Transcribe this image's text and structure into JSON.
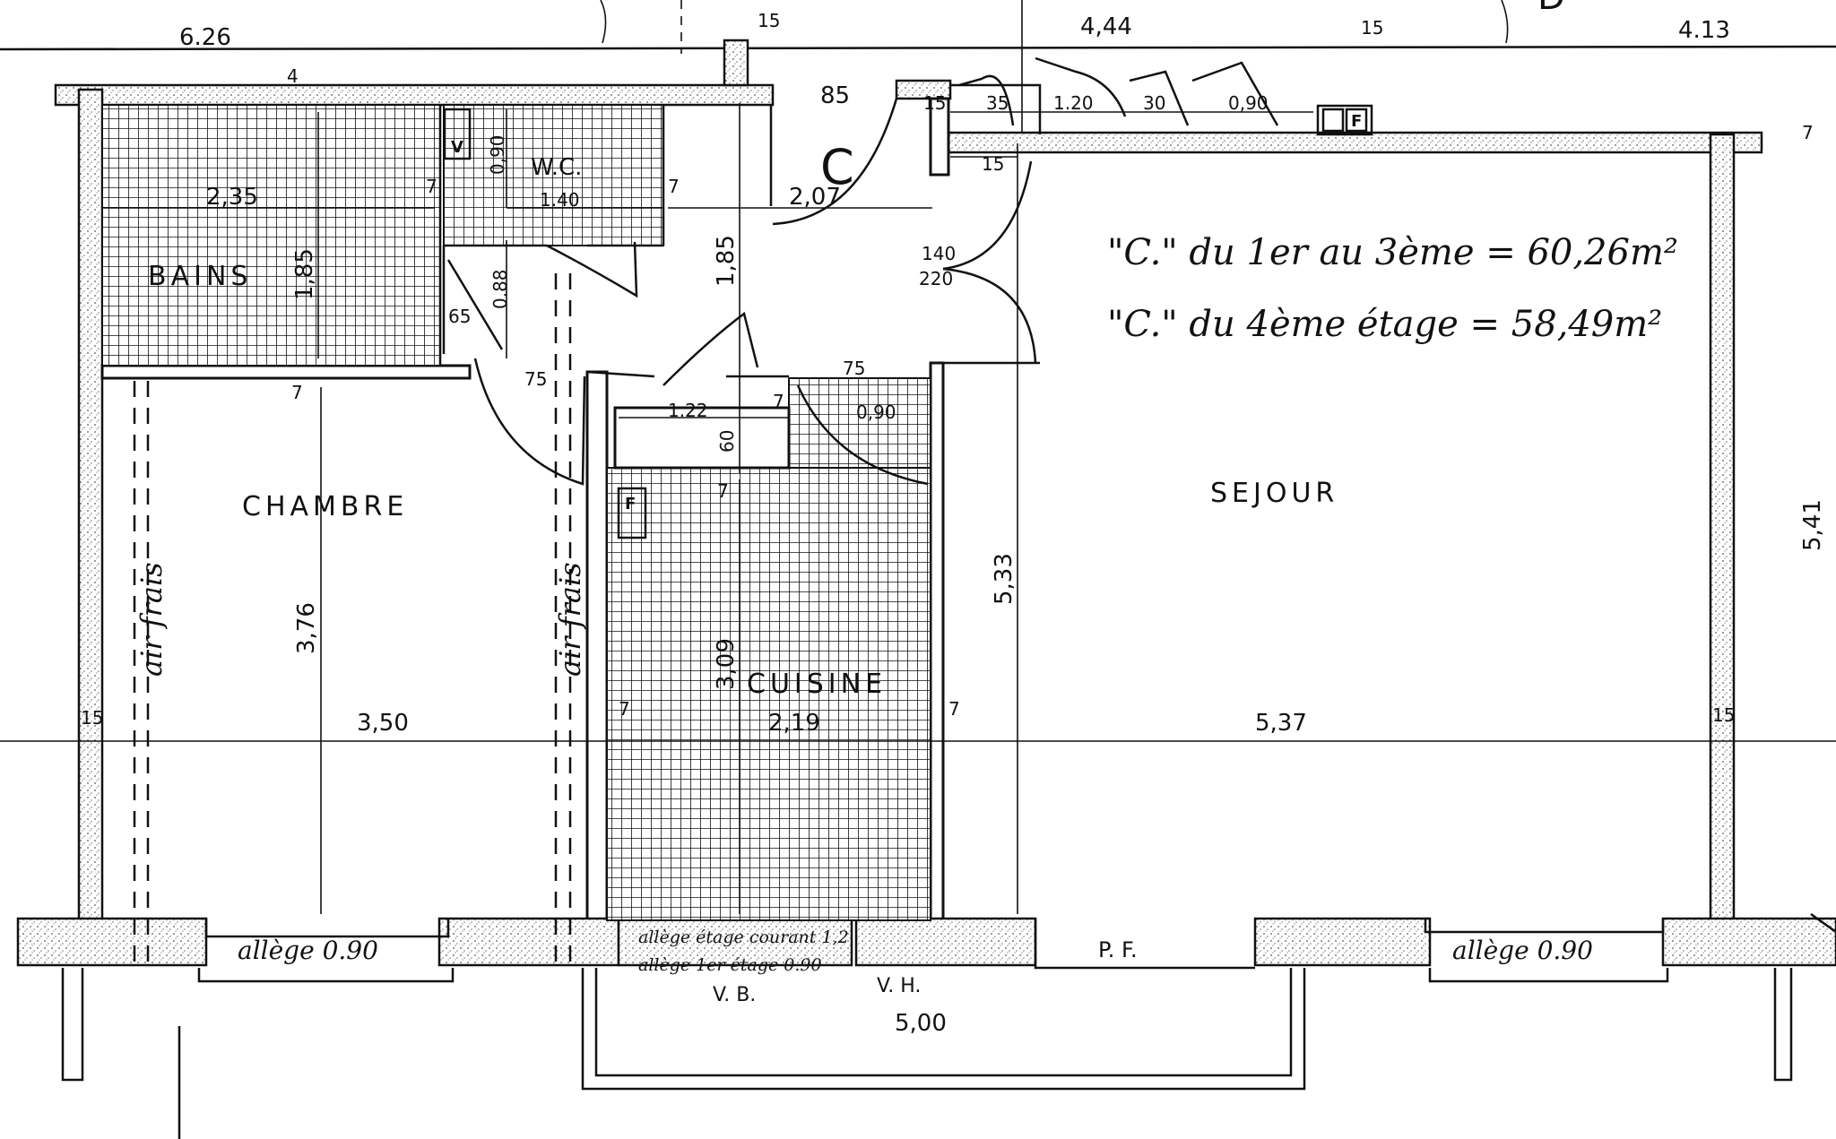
{
  "rooms": {
    "bains": "BAINS",
    "wc": "W.C.",
    "chambre": "CHAMBRE",
    "cuisine": "CUISINE",
    "sejour": "SEJOUR",
    "entry": "C"
  },
  "notes": {
    "area_line_1": "\"C.\" du 1er au 3ème = 60,26m²",
    "area_line_2": "\"C.\" du 4ème étage = 58,49m²",
    "air_frais_left": "air frais",
    "air_frais_right": "air frais",
    "allege_chambre": "allège 0.90",
    "allege_cuisine_1": "allège étage courant 1,2",
    "allege_cuisine_2": "allège 1er étage 0.90",
    "allege_sejour": "allège 0.90",
    "pf": "P. F.",
    "vb": "V. B.",
    "vh": "V. H.",
    "d_marker": "D"
  },
  "dimensions": {
    "top_626": "6.26",
    "top_444": "4,44",
    "top_413": "4.13",
    "top_15a": "15",
    "top_15b": "15",
    "top_15c": "15",
    "top_85": "85",
    "wall_4": "4",
    "bains_width": "2,35",
    "bains_height": "1,85",
    "wc_width": "1.40",
    "wc_height": "0,90",
    "wc_7": "7",
    "wc_7b": "7",
    "door_088": "0.88",
    "door_65": "65",
    "entry_207": "2,07",
    "entry_185": "1,85",
    "entry_140": "140",
    "entry_220": "220",
    "closet_35": "35",
    "closet_120": "1.20",
    "closet_30": "30",
    "closet_090": "0,90",
    "closet_15": "15",
    "passage_75": "75",
    "cuisine_75": "75",
    "cuisine_122": "1.22",
    "cuisine_7": "7",
    "cuisine_090": "0,90",
    "cuisine_60": "60",
    "cuisine_309": "3,09",
    "cuisine_219": "2,19",
    "cuisine_7a": "7",
    "cuisine_7b": "7",
    "chambre_376": "3,76",
    "chambre_350": "3,50",
    "left_15": "15",
    "sejour_533": "5,33",
    "sejour_537": "5,37",
    "sejour_541": "5,41",
    "right_15": "15",
    "right_7": "7",
    "bottom_500": "5,00",
    "chambre_7": "7",
    "cuisine_top_7": "7"
  },
  "fixtures": {
    "v_box": "V",
    "f_box_cuisine": "F",
    "f_box_top": "F"
  }
}
